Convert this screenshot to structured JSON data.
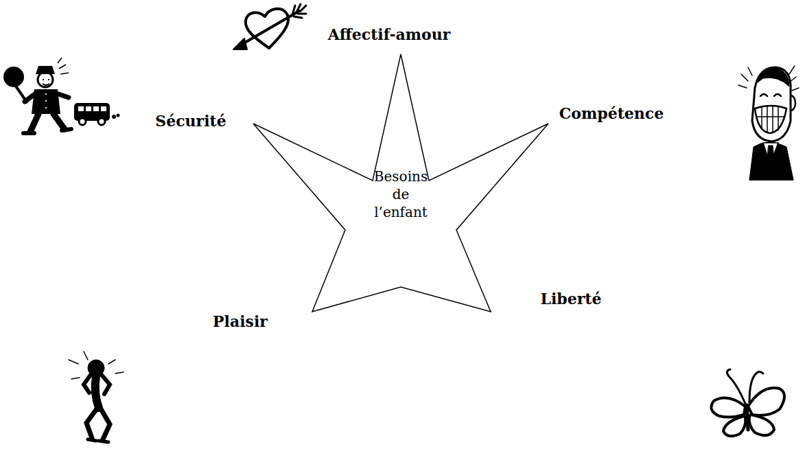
{
  "diagram": {
    "nodes": [
      {
        "text": [
          "Besoins de l’enfant"
        ]
      }
    ],
    "labels": [
      "Affectif-amour",
      "Sécurité",
      "Compétence",
      "Plaisir",
      "Liberté"
    ]
  }
}
